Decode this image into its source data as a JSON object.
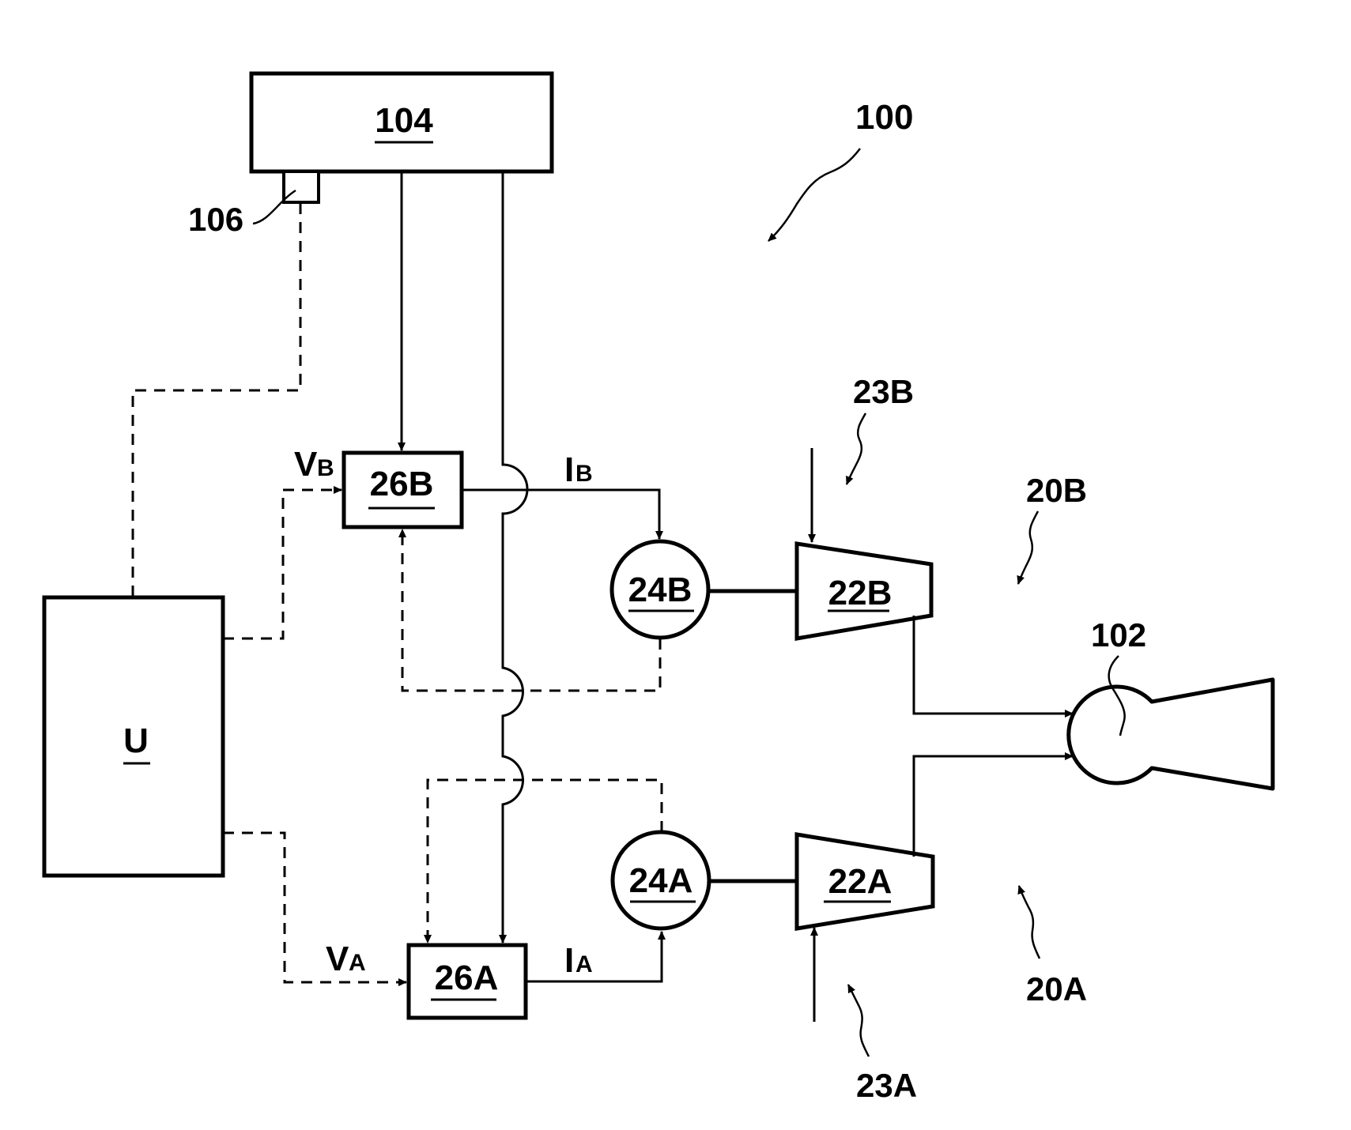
{
  "figure": {
    "system_ref": "100",
    "blocks": {
      "supply": {
        "ref": "104"
      },
      "sensor": {
        "ref": "106"
      },
      "control_unit": {
        "ref": "U"
      },
      "converter_b": {
        "ref": "26B"
      },
      "converter_a": {
        "ref": "26A"
      },
      "motor_b": {
        "ref": "24B"
      },
      "motor_a": {
        "ref": "24A"
      },
      "pump_b": {
        "ref": "22B"
      },
      "pump_a": {
        "ref": "22A"
      },
      "chamber": {
        "ref": "102"
      }
    },
    "signals": {
      "vb": {
        "main": "V",
        "sub": "B"
      },
      "va": {
        "main": "V",
        "sub": "A"
      },
      "ib": {
        "main": "I",
        "sub": "B"
      },
      "ia": {
        "main": "I",
        "sub": "A"
      }
    },
    "callouts": {
      "inlet_b": "23B",
      "inlet_a": "23A",
      "feed_b": "20B",
      "feed_a": "20A"
    },
    "colors": {
      "ink": "#000000",
      "paper": "#ffffff"
    }
  }
}
